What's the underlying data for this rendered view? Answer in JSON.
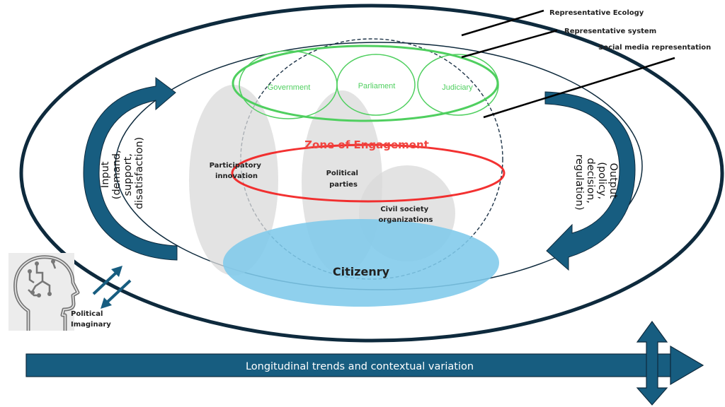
{
  "colors": {
    "dark_navy": "#0e2a3d",
    "arrow_blue": "#175d80",
    "green": "#4fcf5f",
    "red": "#f21b1b",
    "grey_blob": "#d9d9d9",
    "citizenry_blue": "#7fc9ea"
  },
  "callouts": {
    "ecology": "Representative Ecology",
    "system": "Representative system",
    "social_media": "Social media representation"
  },
  "institutions": {
    "government": "Government",
    "parliament": "Parliament",
    "judiciary": "Judiciary"
  },
  "zone": {
    "title": "Zone of Engagement"
  },
  "actors": {
    "participatory": [
      "Participatory",
      "innovation"
    ],
    "parties": [
      "Political",
      "parties"
    ],
    "civil": [
      "Civil society",
      "organizations"
    ],
    "citizenry": "Citizenry"
  },
  "input_arrow": {
    "lines": [
      "Input",
      "(demand,",
      "support,",
      "disatisfaction)"
    ]
  },
  "output_arrow": {
    "lines": [
      "Output",
      "(policy,",
      "decision,",
      "regulation)"
    ]
  },
  "imaginary": {
    "lines": [
      "Political",
      "Imaginary"
    ],
    "icon": "head-circuit-icon"
  },
  "bottom_bar": {
    "label": "Longitudinal trends and contextual variation"
  }
}
